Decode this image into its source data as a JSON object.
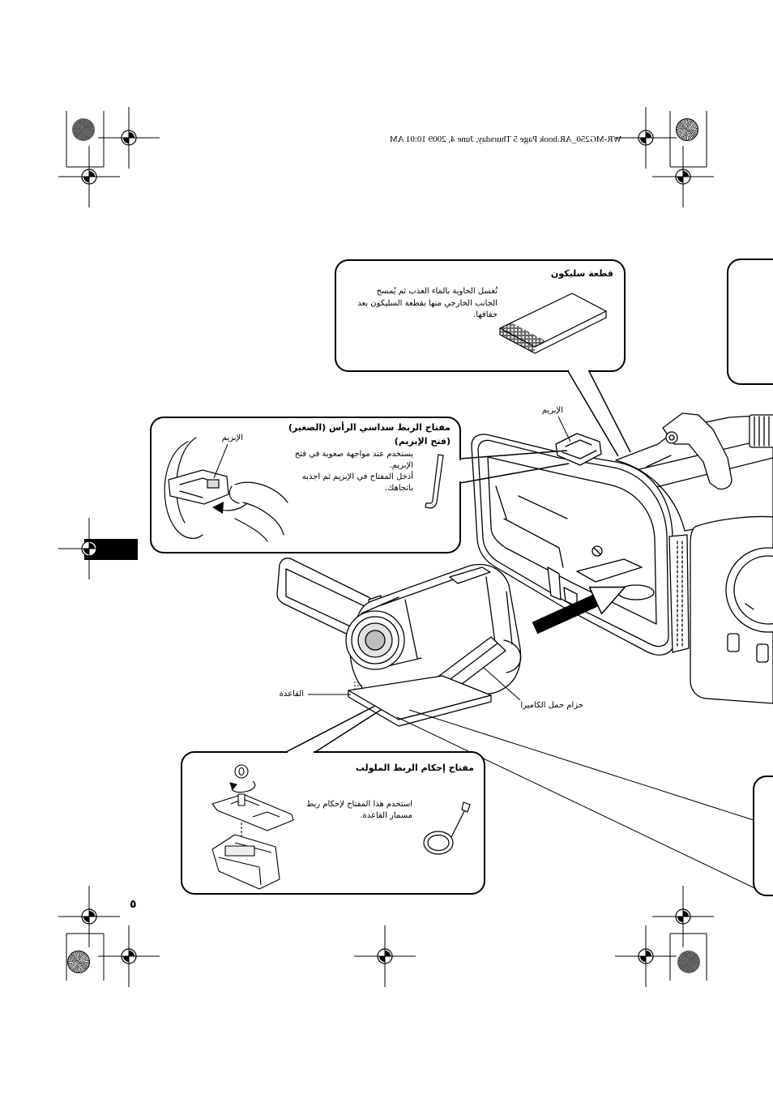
{
  "document": {
    "running_header": "WR-MG250_AR.book  Page 5  Thursday, June 4, 2009  10:01 AM",
    "page_number": "٥"
  },
  "callouts": {
    "silicone_cloth": {
      "title": "قطعة سليكون",
      "lines": [
        "تُغسل الحاوية بالماء العذب ثم يُمسح",
        "الجانب الخارجي منها بقطعة السليكون بعد",
        "جفافها."
      ]
    },
    "hex_wrench": {
      "title": [
        "مفتاح الربط سداسي الرأس (الصغير)",
        "(فتح الإبزيم)"
      ],
      "lines": [
        "يستخدم عند مواجهة صعوبة في فتح",
        "الإبزيم.",
        "أدخل المفتاح في الإبزيم ثم اجذبه",
        "باتجاهك."
      ],
      "buckle_label": "الإبزيم"
    },
    "screw_wrench": {
      "title": "مفتاح إحكام الربط الملولب",
      "lines": [
        "استخدم هذا المفتاح لإحكام ربط",
        "مسمار القاعدة."
      ]
    }
  },
  "illustration_labels": {
    "buckle": "الإبزيم",
    "base": "القاعدة",
    "camera_strap": "حزام حمل الكاميرا"
  }
}
